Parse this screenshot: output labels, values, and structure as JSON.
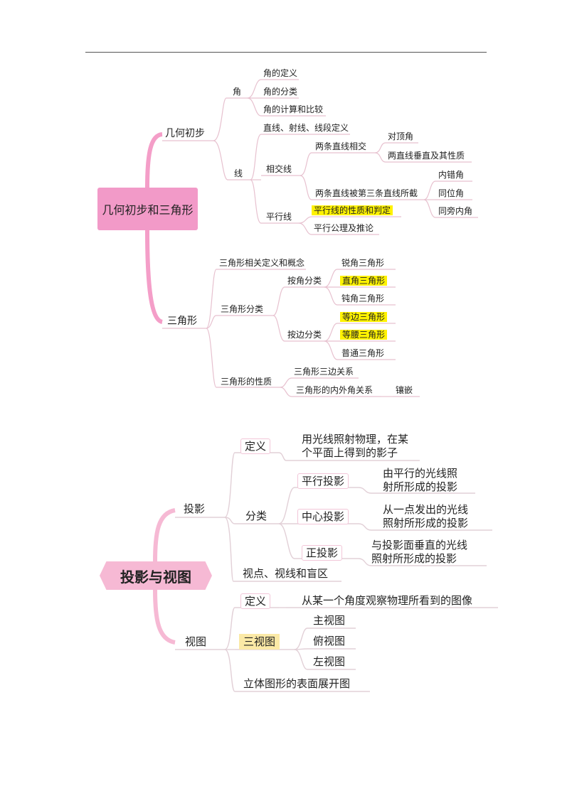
{
  "top": {
    "root": "几何初步和三角形",
    "n_jihe": "几何初步",
    "n_jiao": "角",
    "n_jiao_def": "角的定义",
    "n_jiao_cls": "角的分类",
    "n_jiao_calc": "角的计算和比较",
    "n_line_def": "直线、射线、线段定义",
    "n_xian": "线",
    "n_xiangjiao": "相交线",
    "n_liangtiao": "两条直线相交",
    "n_duiding": "对顶角",
    "n_chuizhi": "两直线垂直及其性质",
    "n_pingxing": "平行线",
    "n_beisan": "两条直线被第三条直线所截",
    "n_neicuo": "内错角",
    "n_tongwei": "同位角",
    "n_tongpang": "同旁内角",
    "n_pxxz": "平行线的性质和判定",
    "n_gongli": "平行公理及推论",
    "n_sanjiao": "三角形",
    "n_sj_def": "三角形相关定义和概念",
    "n_sj_cls": "三角形分类",
    "n_anjiao": "按角分类",
    "n_rui": "锐角三角形",
    "n_zhi": "直角三角形",
    "n_dun": "钝角三角形",
    "n_anbian": "按边分类",
    "n_dengbian": "等边三角形",
    "n_dengyao": "等腰三角形",
    "n_putong": "普通三角形",
    "n_sj_xz": "三角形的性质",
    "n_sanbian": "三角形三边关系",
    "n_neiwai": "三角形的内外角关系",
    "n_xiangqian": "镶嵌"
  },
  "bottom": {
    "root": "投影与视图",
    "n_touying": "投影",
    "n_dingyi": "定义",
    "n_dingyi_txt1": "用光线照射物理，在某",
    "n_dingyi_txt2": "个平面上得到的影子",
    "n_fenlei": "分类",
    "n_pxty": "平行投影",
    "n_pxty_txt1": "由平行的光线照",
    "n_pxty_txt2": "射所形成的投影",
    "n_zxty": "中心投影",
    "n_zxty_txt1": "从一点发出的光线",
    "n_zxty_txt2": "照射所形成的投影",
    "n_zty": "正投影",
    "n_zty_txt1": "与投影面垂直的光线",
    "n_zty_txt2": "照射所形成的投影",
    "n_shidian": "视点、视线和盲区",
    "n_shitu": "视图",
    "n_st_dingyi": "定义",
    "n_st_dingyi_txt": "从某一个角度观察物理所看到的图像",
    "n_sanshitu": "三视图",
    "n_zhushitu": "主视图",
    "n_fushitu": "俯视图",
    "n_zuoshitu": "左视图",
    "n_zhankai": "立体图形的表面展开图"
  },
  "colors": {
    "root1_fill": "#f29ac8",
    "root2_fill": "#f6b9d4",
    "branch": "#f8a5c9",
    "edge": "#e9c4d2",
    "underline": "#e2d0d7",
    "highlight": "#fff200",
    "highlight2": "#fbe9a6"
  }
}
